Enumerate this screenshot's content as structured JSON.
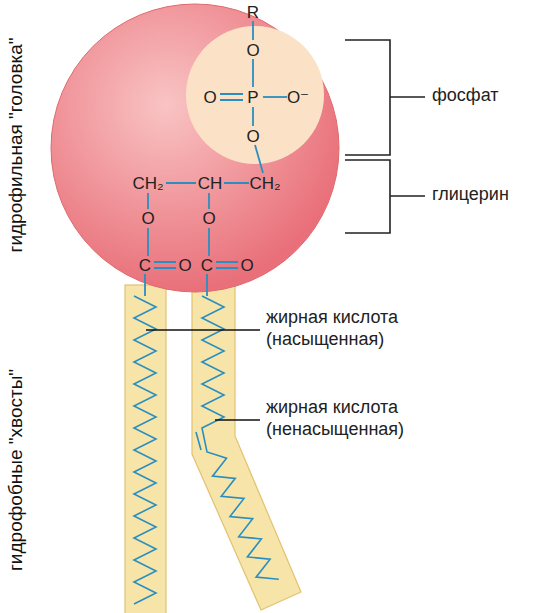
{
  "diagram": {
    "nodes": [
      {
        "text": [
          "CH₂",
          "CH",
          "CH₂",
          "O",
          "O",
          "C",
          "O",
          "C",
          "O"
        ]
      },
      {
        "text": [
          "R",
          "O",
          "O",
          "P",
          "O⁻",
          "O"
        ],
        "in": 0
      }
    ],
    "labels": [
      "фосфат",
      "глицерин",
      "жирная кислота (насыщенная)",
      "жирная кислота (ненасыщенная)",
      "гидрофильная \"головка\"",
      "гидрофобные \"хвосты\""
    ]
  }
}
